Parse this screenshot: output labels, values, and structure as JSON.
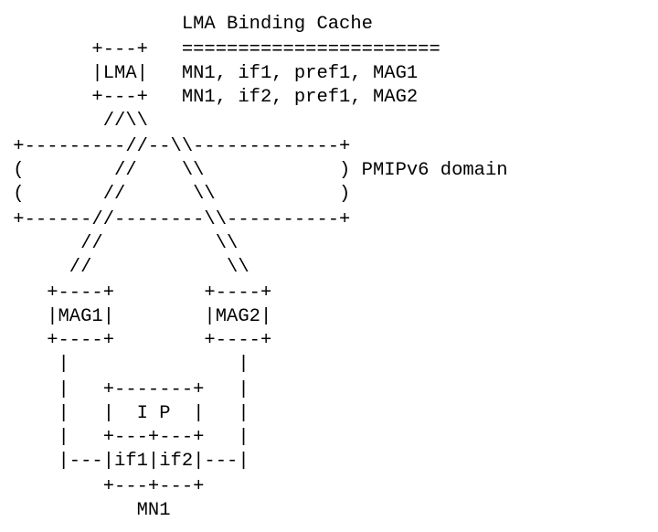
{
  "diagram": {
    "lines": [
      "                LMA Binding Cache",
      "                =======================",
      "                MN1, if1, pref1, MAG1",
      "                MN1, if2, pref1, MAG2",
      "        //\\",
      "+---------//--\\-------------+",
      "(        //    \\\\            ) PMIPv6 domain",
      "(       //      \\\\           )",
      "+------//--------\\\\----------+",
      "      //          \\\\",
      "     //            \\\\",
      "   +----+        +----+",
      "   |MAG1|        |MAG2|",
      "   +----+        +----+",
      "    |               |",
      "    |   +-------+   |",
      "    |   | I P   |   |",
      "    |   +---+---+   |",
      "    |---|if1|if2|---|",
      "        +---+---+",
      "           MN1"
    ],
    "rows": [
      {
        "text": "                LMA Binding Cache"
      },
      {
        "text": "        +---+   ======================="
      },
      {
        "text": "        |LMA|   MN1, if1, pref1, MAG1"
      },
      {
        "text": "        +---+   MN1, if2, pref1, MAG2"
      },
      {
        "text": "         //\\\\"
      },
      {
        "text": " +---------//--\\\\-------------+"
      },
      {
        "text": " (        //    \\\\            ) PMIPv6 domain"
      },
      {
        "text": " (       //      \\\\           )"
      },
      {
        "text": " +------//--------\\\\----------+"
      },
      {
        "text": "       //          \\\\"
      },
      {
        "text": "      //            \\\\"
      },
      {
        "text": "    +----+        +----+"
      },
      {
        "text": "    |MAG1|        |MAG2|"
      },
      {
        "text": "    +----+        +----+"
      },
      {
        "text": "     |               |"
      },
      {
        "text": "     |   +-------+   |"
      },
      {
        "text": "     |   |  I P  |   |"
      },
      {
        "text": "     |   +---+---+   |"
      },
      {
        "text": "     |---|if1|if2|---|"
      },
      {
        "text": "         +---+---+"
      },
      {
        "text": "            MN1"
      }
    ]
  }
}
